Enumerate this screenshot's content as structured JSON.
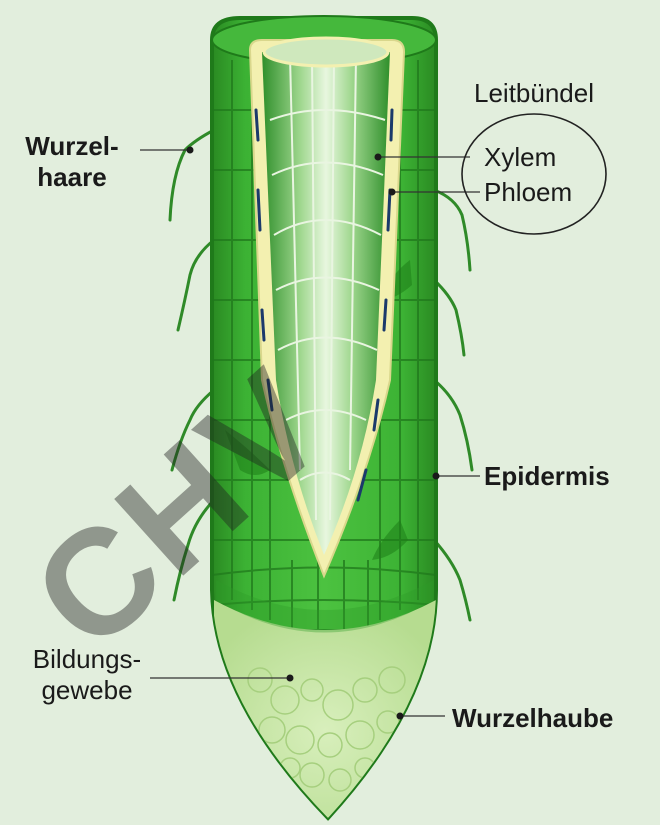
{
  "labels": {
    "root_hairs": [
      "Wurzel-",
      "haare"
    ],
    "vascular_bundle": "Leitbündel",
    "xylem": "Xylem",
    "phloem": "Phloem",
    "epidermis": "Epidermis",
    "meristem": [
      "Bildungs-",
      "gewebe"
    ],
    "root_cap": "Wurzelhaube"
  },
  "watermark": "CHV",
  "colors": {
    "background": "#e2eedd",
    "root_dark": "#2a8a22",
    "root_mid": "#3cb234",
    "root_light": "#52c445",
    "cell_walls": "#207a1c",
    "vascular_cylinder": "#f3f0b0",
    "phloem_strands": "#1b3a6b",
    "root_cap": "#c7e6a6"
  }
}
